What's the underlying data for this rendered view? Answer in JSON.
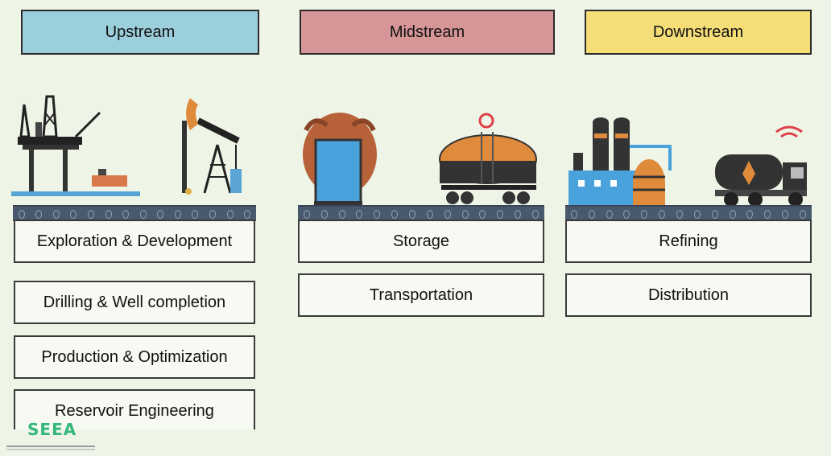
{
  "columns": [
    {
      "title": "Upstream",
      "color": "#9ccfdc",
      "items": [
        "Exploration & Development",
        "Drilling & Well completion",
        "Production & Optimization",
        "Reservoir Engineering"
      ]
    },
    {
      "title": "Midstream",
      "color": "#d69596",
      "items": [
        "Storage",
        "Transportation"
      ]
    },
    {
      "title": "Downstream",
      "color": "#f5dd78",
      "items": [
        "Refining",
        "Distribution"
      ]
    }
  ],
  "logo": {
    "text": "SEEA"
  }
}
